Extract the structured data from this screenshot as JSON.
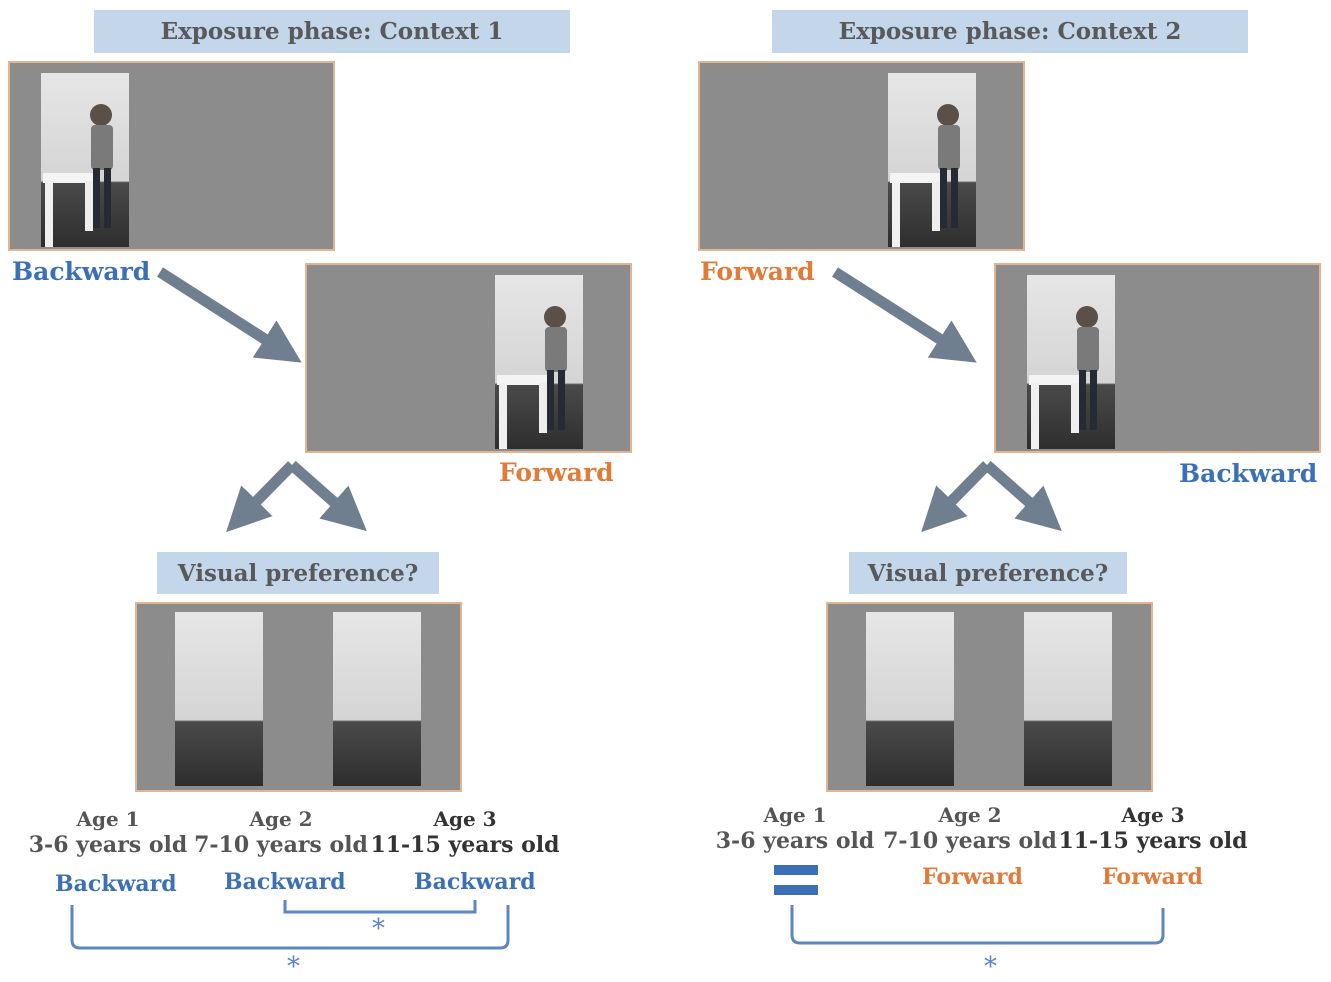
{
  "contexts": [
    {
      "title": "Exposure phase: Context 1",
      "first_direction": "Backward",
      "second_direction": "Forward",
      "question": "Visual preference?",
      "ages": [
        {
          "age": "Age 1",
          "range": "3-6 years old",
          "result": "Backward"
        },
        {
          "age": "Age 2",
          "range": "7-10 years old",
          "result": "Backward"
        },
        {
          "age": "Age 3",
          "range": "11-15 years old",
          "result": "Backward"
        }
      ],
      "significance_inner": "*",
      "significance_outer": "*"
    },
    {
      "title": "Exposure phase: Context 2",
      "first_direction": "Forward",
      "second_direction": "Backward",
      "question": "Visual preference?",
      "ages": [
        {
          "age": "Age 1",
          "range": "3-6 years old",
          "result": "="
        },
        {
          "age": "Age 2",
          "range": "7-10 years old",
          "result": "Forward"
        },
        {
          "age": "Age 3",
          "range": "11-15 years old",
          "result": "Forward"
        }
      ],
      "significance_outer": "*"
    }
  ],
  "colors": {
    "backward": "#3b6fb6",
    "forward": "#e07b39",
    "banner": "#c3d6ea",
    "arrow": "#6f7f8f",
    "frame_border": "#e2b48f",
    "frame_bg": "#8c8c8c",
    "bracket": "#5b86bf"
  }
}
